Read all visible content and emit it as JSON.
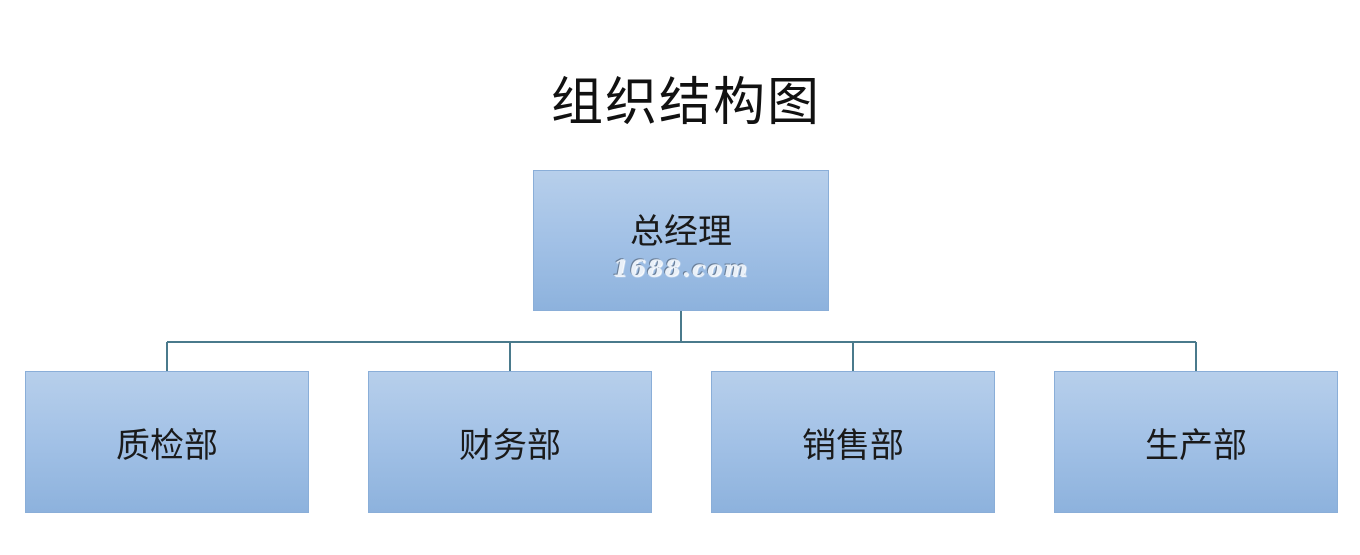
{
  "diagram": {
    "title": "组织结构图",
    "root": {
      "label": "总经理",
      "watermark": "1688.com"
    },
    "children": [
      {
        "label": "质检部"
      },
      {
        "label": "财务部"
      },
      {
        "label": "销售部"
      },
      {
        "label": "生产部"
      }
    ],
    "colors": {
      "box_top": "#b7cfeb",
      "box_bottom": "#8db2dd",
      "connector": "#4a7a8c"
    }
  }
}
